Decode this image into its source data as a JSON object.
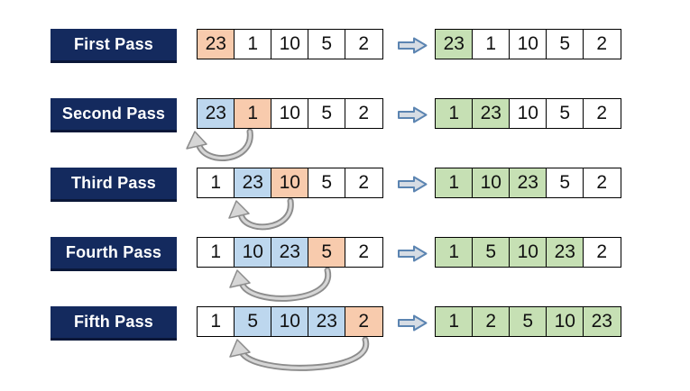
{
  "diagram_type": "insertion-sort-passes",
  "colors": {
    "label_background": "#142a5e",
    "label_text": "#ffffff",
    "cell_border": "#000000",
    "highlight_current": "#f8cbad",
    "highlight_sorted_left": "#bdd7ee",
    "highlight_result": "#c6e0b4",
    "transform_arrow_fill": "#d6dce4",
    "transform_arrow_stroke": "#5b84b1",
    "swap_arrow": "#8c8c8c"
  },
  "passes": [
    {
      "label": "First Pass",
      "left": {
        "values": [
          23,
          1,
          10,
          5,
          2
        ],
        "highlights": [
          "orange",
          "",
          "",
          "",
          ""
        ]
      },
      "right": {
        "values": [
          23,
          1,
          10,
          5,
          2
        ],
        "highlights": [
          "green",
          "",
          "",
          "",
          ""
        ]
      },
      "swap": null
    },
    {
      "label": "Second Pass",
      "left": {
        "values": [
          23,
          1,
          10,
          5,
          2
        ],
        "highlights": [
          "blue",
          "orange",
          "",
          "",
          ""
        ]
      },
      "right": {
        "values": [
          1,
          23,
          10,
          5,
          2
        ],
        "highlights": [
          "green",
          "green",
          "",
          "",
          ""
        ]
      },
      "swap": {
        "from_index": 1,
        "to_index": 0
      }
    },
    {
      "label": "Third Pass",
      "left": {
        "values": [
          1,
          23,
          10,
          5,
          2
        ],
        "highlights": [
          "",
          "blue",
          "orange",
          "",
          ""
        ]
      },
      "right": {
        "values": [
          1,
          10,
          23,
          5,
          2
        ],
        "highlights": [
          "green",
          "green",
          "green",
          "",
          ""
        ]
      },
      "swap": {
        "from_index": 2,
        "to_index": 1
      }
    },
    {
      "label": "Fourth Pass",
      "left": {
        "values": [
          1,
          10,
          23,
          5,
          2
        ],
        "highlights": [
          "",
          "blue",
          "blue",
          "orange",
          ""
        ]
      },
      "right": {
        "values": [
          1,
          5,
          10,
          23,
          2
        ],
        "highlights": [
          "green",
          "green",
          "green",
          "green",
          ""
        ]
      },
      "swap": {
        "from_index": 3,
        "to_index": 1
      }
    },
    {
      "label": "Fifth Pass",
      "left": {
        "values": [
          1,
          5,
          10,
          23,
          2
        ],
        "highlights": [
          "",
          "blue",
          "blue",
          "blue",
          "orange"
        ]
      },
      "right": {
        "values": [
          1,
          2,
          5,
          10,
          23
        ],
        "highlights": [
          "green",
          "green",
          "green",
          "green",
          "green"
        ]
      },
      "swap": {
        "from_index": 4,
        "to_index": 1
      }
    }
  ]
}
